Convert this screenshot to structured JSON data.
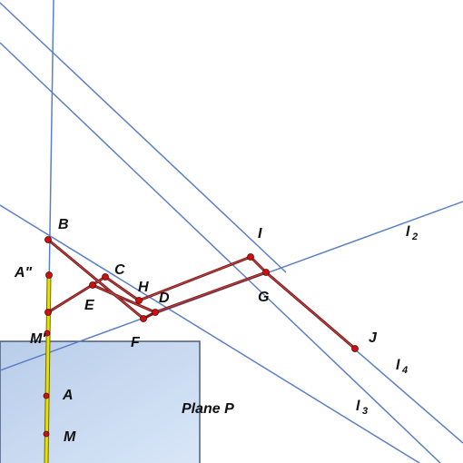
{
  "colors": {
    "plane_fill": "#c9daf1",
    "plane_stroke": "#4a5b7a",
    "line": "#5b7fc7",
    "segment": "#8b2020",
    "highlight": "#e8e000",
    "point": "#cc1111"
  },
  "labels": {
    "B": "B",
    "A_dbl": "A\"",
    "C": "C",
    "E": "E",
    "H": "H",
    "D": "D",
    "M_prime": "M'",
    "F": "F",
    "A": "A",
    "M": "M",
    "plane": "Plane P",
    "I": "I",
    "G": "G",
    "J": "J",
    "l2_letter": "l",
    "l2_sub": "2",
    "l3_letter": "l",
    "l3_sub": "3",
    "l4_letter": "l",
    "l4_sub": "4"
  }
}
